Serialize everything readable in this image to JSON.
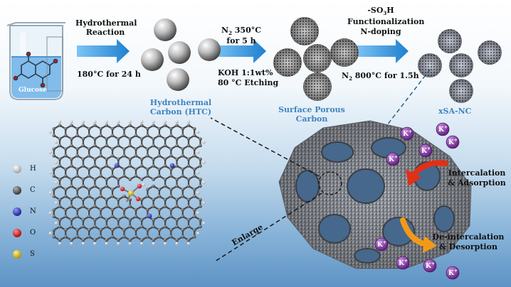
{
  "beaker": {
    "label": "Glucose"
  },
  "steps": {
    "step1": {
      "line1": "Hydrothermal",
      "line2": "Reaction",
      "cond": "180°C for 24 h"
    },
    "step2": {
      "top_prefix": "N",
      "top_sub": "2",
      "top_suffix": " 350°C",
      "top2": "for 5 h",
      "bottom1": "KOH 1:1wt%",
      "bottom2": "80 °C Etching"
    },
    "step3": {
      "line1_prefix": "-SO",
      "line1_sub": "3",
      "line1_suffix": "H",
      "line2": "Functionalization",
      "line3": "N-doping",
      "cond_prefix": "N",
      "cond_sub": "2",
      "cond_suffix": " 800°C for 1.5h"
    }
  },
  "products": {
    "htc": {
      "line1": "Hydrothermal",
      "line2": "Carbon (HTC)"
    },
    "spc": {
      "line1": "Surface Porous",
      "line2": "Carbon"
    },
    "xsa": {
      "name": "xSA-NC"
    }
  },
  "legend": [
    {
      "symbol": "H",
      "color": "#e8e8e8"
    },
    {
      "symbol": "C",
      "color": "#555555"
    },
    {
      "symbol": "N",
      "color": "#2b3aa8"
    },
    {
      "symbol": "O",
      "color": "#e01010"
    },
    {
      "symbol": "S",
      "color": "#e8c000"
    }
  ],
  "ion": {
    "label": "K",
    "charge": "+"
  },
  "annotations": {
    "enlarge": "Enlarge",
    "intercalation": {
      "line1": "Intercalation",
      "line2": "& Adsorption"
    },
    "deintercalation": {
      "line1": "De-intercalation",
      "line2": "& Desorption"
    }
  },
  "colors": {
    "arrow_blue": "#2e8fd6",
    "label_blue": "#3f83bf",
    "arrow_red": "#e03018",
    "arrow_orange": "#f29a18",
    "ion_purple": "#7a2a9a"
  }
}
